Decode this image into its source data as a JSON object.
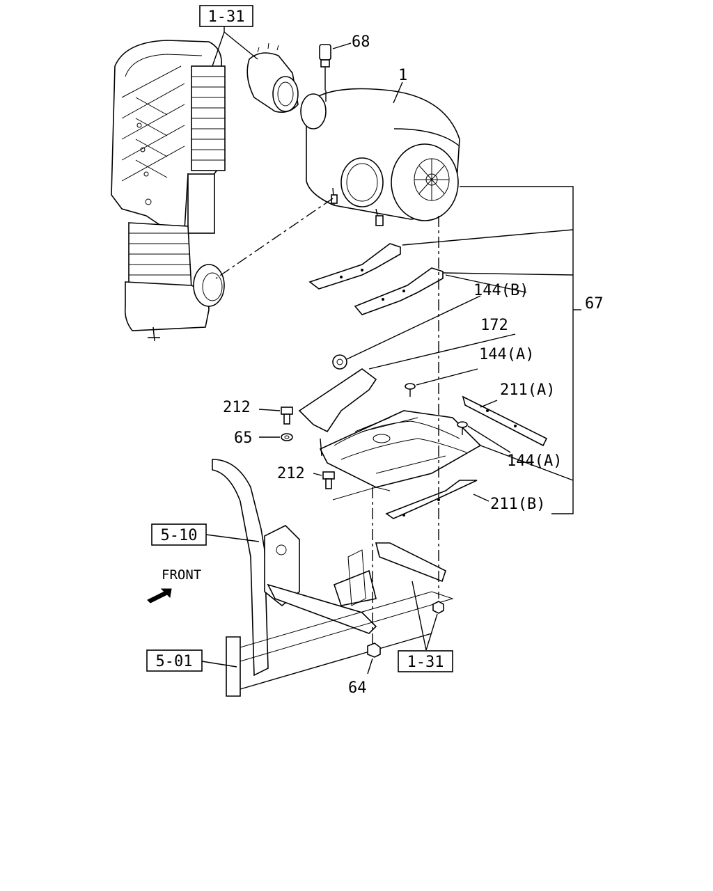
{
  "diagram": {
    "ref_boxes": {
      "ref_1_31_top": "1-31",
      "ref_5_10": "5-10",
      "ref_5_01": "5-01",
      "ref_1_31_bottom": "1-31"
    },
    "part_labels": {
      "p68": "68",
      "p1": "1",
      "p144b": "144(B)",
      "p67": "67",
      "p172": "172",
      "p144a_top": "144(A)",
      "p211a": "211(A)",
      "p212_top": "212",
      "p65": "65",
      "p144a_right": "144(A)",
      "p212_mid": "212",
      "p211b": "211(B)",
      "p64": "64"
    },
    "direction_label": "FRONT"
  }
}
